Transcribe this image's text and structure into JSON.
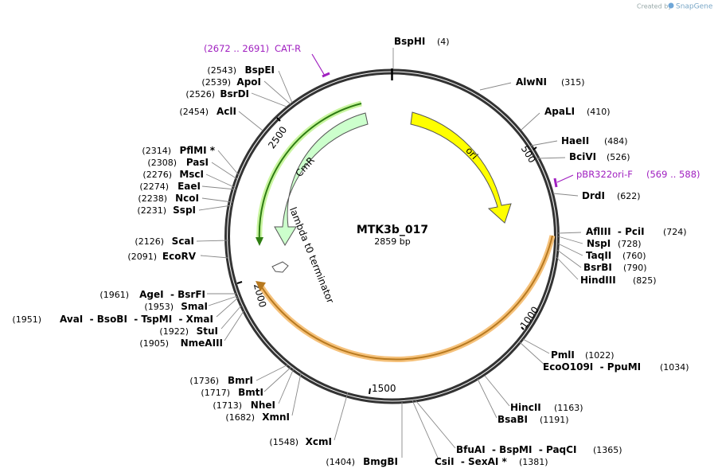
{
  "plasmid": {
    "name": "MTK3b_017",
    "length_label": "2859 bp",
    "length": 2859
  },
  "credit": {
    "prefix": "Created by",
    "brand": "SnapGene"
  },
  "tick_labels": [
    "500",
    "1000",
    "1500",
    "2000",
    "2500"
  ],
  "features": [
    {
      "id": "ori",
      "label": "ori",
      "color": "#ffff00"
    },
    {
      "id": "cmr",
      "label": "CmR",
      "color": "#ccffcc"
    },
    {
      "id": "lambda",
      "label": "lambda t0 terminator",
      "color": "#ffffff"
    }
  ],
  "primers": [
    {
      "id": "cat-r",
      "name": "CAT-R",
      "range": "(2672 .. 2691)"
    },
    {
      "id": "pbr322ori-f",
      "name": "pBR322ori-F",
      "range": "(569 .. 588)"
    }
  ],
  "sites": [
    {
      "id": "bsphi",
      "name": "BspHI",
      "pos": "(4)"
    },
    {
      "id": "alwni",
      "name": "AlwNI",
      "pos": "(315)"
    },
    {
      "id": "apali",
      "name": "ApaLI",
      "pos": "(410)"
    },
    {
      "id": "haeii",
      "name": "HaeII",
      "pos": "(484)"
    },
    {
      "id": "bcivi",
      "name": "BciVI",
      "pos": "(526)"
    },
    {
      "id": "drdi",
      "name": "DrdI",
      "pos": "(622)"
    },
    {
      "id": "aflIII-pcii",
      "name": "AflIII  - PciI",
      "pos": "(724)"
    },
    {
      "id": "nspi",
      "name": "NspI",
      "pos": "(728)"
    },
    {
      "id": "taqii",
      "name": "TaqII",
      "pos": "(760)"
    },
    {
      "id": "bsrbi",
      "name": "BsrBI",
      "pos": "(790)"
    },
    {
      "id": "hindiii",
      "name": "HindIII",
      "pos": "(825)"
    },
    {
      "id": "pmli",
      "name": "PmlI",
      "pos": "(1022)"
    },
    {
      "id": "eco0109i",
      "name": "EcoO109I  - PpuMI",
      "pos": "(1034)"
    },
    {
      "id": "hincii",
      "name": "HincII",
      "pos": "(1163)"
    },
    {
      "id": "bsabi",
      "name": "BsaBI",
      "pos": "(1191)"
    },
    {
      "id": "bfuai",
      "name": "BfuAI  - BspMI  - PaqCI",
      "pos": "(1365)"
    },
    {
      "id": "csii",
      "name": "CsiI  - SexAI *",
      "pos": "(1381)"
    },
    {
      "id": "bmgbi",
      "name": "BmgBI",
      "pos": "(1404)"
    },
    {
      "id": "xcmi",
      "name": "XcmI",
      "pos": "(1548)"
    },
    {
      "id": "xmni",
      "name": "XmnI",
      "pos": "(1682)"
    },
    {
      "id": "nhei",
      "name": "NheI",
      "pos": "(1713)"
    },
    {
      "id": "bmti",
      "name": "BmtI",
      "pos": "(1717)"
    },
    {
      "id": "bmri",
      "name": "BmrI",
      "pos": "(1736)"
    },
    {
      "id": "nmeaiii",
      "name": "NmeAIII",
      "pos": "(1905)"
    },
    {
      "id": "stui",
      "name": "StuI",
      "pos": "(1922)"
    },
    {
      "id": "avai",
      "name": "AvaI  - BsoBI  - TspMI  - XmaI",
      "pos": "(1951)"
    },
    {
      "id": "smai",
      "name": "SmaI",
      "pos": "(1953)"
    },
    {
      "id": "agei",
      "name": "AgeI  - BsrFI",
      "pos": "(1961)"
    },
    {
      "id": "ecorv",
      "name": "EcoRV",
      "pos": "(2091)"
    },
    {
      "id": "scai",
      "name": "ScaI",
      "pos": "(2126)"
    },
    {
      "id": "sspi",
      "name": "SspI",
      "pos": "(2231)"
    },
    {
      "id": "ncoi",
      "name": "NcoI",
      "pos": "(2238)"
    },
    {
      "id": "eaei",
      "name": "EaeI",
      "pos": "(2274)"
    },
    {
      "id": "msci",
      "name": "MscI",
      "pos": "(2276)"
    },
    {
      "id": "pasi",
      "name": "PasI",
      "pos": "(2308)"
    },
    {
      "id": "pflmi",
      "name": "PflMI *",
      "pos": "(2314)"
    },
    {
      "id": "acli",
      "name": "AclI",
      "pos": "(2454)"
    },
    {
      "id": "bsrdi",
      "name": "BsrDI",
      "pos": "(2526)"
    },
    {
      "id": "apoi",
      "name": "ApoI",
      "pos": "(2539)"
    },
    {
      "id": "bspei",
      "name": "BspEI",
      "pos": "(2543)"
    }
  ]
}
